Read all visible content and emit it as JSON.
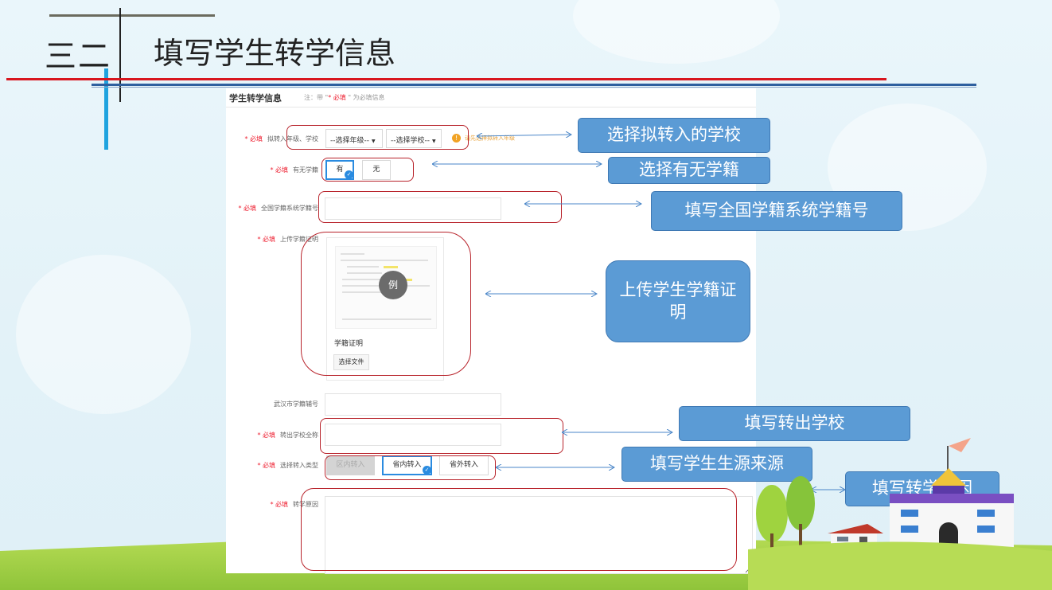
{
  "slide": {
    "number": "三二",
    "title": "填写学生转学信息"
  },
  "form": {
    "title": "学生转学信息",
    "note_prefix": "注：带 \"",
    "note_required": "* 必填",
    "note_suffix": " \" 为必填信息",
    "required_mark": "* 必填",
    "fields": {
      "grade_school": {
        "label": "拟转入年级、学校",
        "grade_select": "--选择年级--",
        "school_select": "--选择学校--",
        "hint_icon": "!",
        "hint": "请先选择拟转入年级"
      },
      "has_record": {
        "label": "有无学籍",
        "options": [
          "有",
          "无"
        ],
        "selected": "有"
      },
      "national_id": {
        "label": "全国学籍系统学籍号",
        "value": ""
      },
      "upload": {
        "label": "上传学籍证明",
        "example_badge": "例",
        "caption": "学籍证明",
        "button": "选择文件"
      },
      "wuhan_id": {
        "label": "武汉市学籍辅号",
        "value": ""
      },
      "from_school": {
        "label": "转出学校全称",
        "value": ""
      },
      "transfer_type": {
        "label": "选择转入类型",
        "options": [
          "区内转入",
          "省内转入",
          "省外转入"
        ],
        "selected": "省内转入",
        "disabled": "区内转入"
      },
      "reason": {
        "label": "转学原因",
        "value": ""
      }
    }
  },
  "callouts": {
    "choose_school": "选择拟转入的学校",
    "choose_record": "选择有无学籍",
    "fill_national_id": "填写全国学籍系统学籍号",
    "upload_proof": "上传学生学籍证明",
    "fill_from_school": "填写转出学校",
    "fill_source": "填写学生生源来源",
    "fill_reason": "填写转学原因"
  },
  "colors": {
    "accent_red": "#d8161e",
    "callout_blue": "#5b9bd5",
    "highlight_red": "#b8232b",
    "selected_blue": "#2a8be0"
  }
}
